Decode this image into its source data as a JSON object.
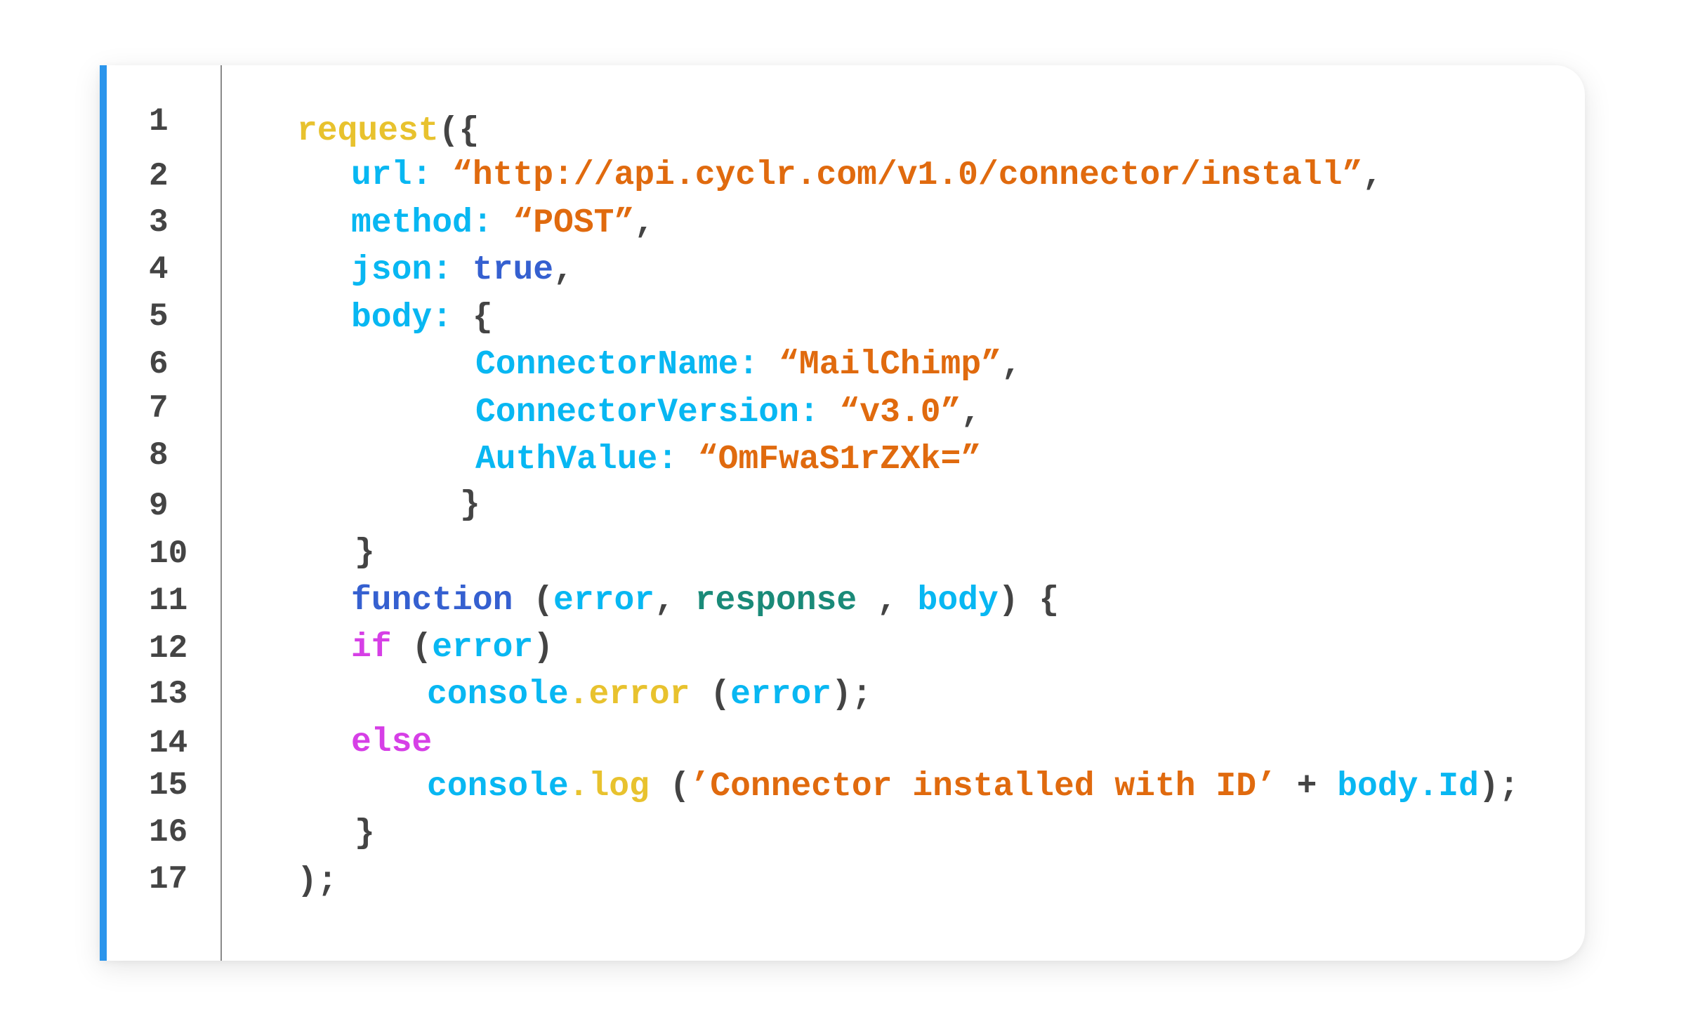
{
  "colors": {
    "accent_bar": "#2B95EC",
    "line_number": "#444444",
    "punctuation": "#444444",
    "function_call": "#E8C22E",
    "property_key": "#08B7F2",
    "string": "#E06A0E",
    "keyword_blue": "#3560D0",
    "keyword_magenta": "#D63FE6",
    "identifier_green": "#1A8A78",
    "method_yellow": "#E8C22E"
  },
  "gutter": {
    "line_numbers": [
      "1",
      "2",
      "3",
      "4",
      "5",
      "6",
      "7",
      "8",
      "9",
      "10",
      "11",
      "12",
      "13",
      "14",
      "15",
      "16",
      "17"
    ]
  },
  "code": {
    "lines": [
      {
        "tokens": [
          {
            "t": "request",
            "c": "#E8C22E"
          },
          {
            "t": "({",
            "c": "#444444"
          }
        ]
      },
      {
        "tokens": [
          {
            "t": "url: ",
            "c": "#08B7F2"
          },
          {
            "t": "“http://api.cyclr.com/v1.0/connector/install”",
            "c": "#E06A0E"
          },
          {
            "t": ",",
            "c": "#444444"
          }
        ]
      },
      {
        "tokens": [
          {
            "t": "method: ",
            "c": "#08B7F2"
          },
          {
            "t": "“POST”",
            "c": "#E06A0E"
          },
          {
            "t": ",",
            "c": "#444444"
          }
        ]
      },
      {
        "tokens": [
          {
            "t": "json: ",
            "c": "#08B7F2"
          },
          {
            "t": "true",
            "c": "#3560D0"
          },
          {
            "t": ",",
            "c": "#444444"
          }
        ]
      },
      {
        "tokens": [
          {
            "t": "body: ",
            "c": "#08B7F2"
          },
          {
            "t": "{",
            "c": "#444444"
          }
        ]
      },
      {
        "tokens": [
          {
            "t": "ConnectorName: ",
            "c": "#08B7F2"
          },
          {
            "t": "“MailChimp”",
            "c": "#E06A0E"
          },
          {
            "t": ",",
            "c": "#444444"
          }
        ]
      },
      {
        "tokens": [
          {
            "t": "ConnectorVersion: ",
            "c": "#08B7F2"
          },
          {
            "t": "“v3.0”",
            "c": "#E06A0E"
          },
          {
            "t": ",",
            "c": "#444444"
          }
        ]
      },
      {
        "tokens": [
          {
            "t": "AuthValue: ",
            "c": "#08B7F2"
          },
          {
            "t": "“OmFwaS1rZXk=”",
            "c": "#E06A0E"
          }
        ]
      },
      {
        "tokens": [
          {
            "t": "}",
            "c": "#444444"
          }
        ]
      },
      {
        "tokens": [
          {
            "t": "}",
            "c": "#444444"
          }
        ]
      },
      {
        "tokens": [
          {
            "t": "function",
            "c": "#3560D0"
          },
          {
            "t": " (",
            "c": "#444444"
          },
          {
            "t": "error",
            "c": "#08B7F2"
          },
          {
            "t": ", ",
            "c": "#444444"
          },
          {
            "t": "response",
            "c": "#1A8A78"
          },
          {
            "t": " , ",
            "c": "#444444"
          },
          {
            "t": "body",
            "c": "#08B7F2"
          },
          {
            "t": ") {",
            "c": "#444444"
          }
        ]
      },
      {
        "tokens": [
          {
            "t": "if",
            "c": "#D63FE6"
          },
          {
            "t": " (",
            "c": "#444444"
          },
          {
            "t": "error",
            "c": "#08B7F2"
          },
          {
            "t": ")",
            "c": "#444444"
          }
        ]
      },
      {
        "tokens": [
          {
            "t": "console",
            "c": "#08B7F2"
          },
          {
            "t": ".error",
            "c": "#E8C22E"
          },
          {
            "t": " (",
            "c": "#444444"
          },
          {
            "t": "error",
            "c": "#08B7F2"
          },
          {
            "t": ");",
            "c": "#444444"
          }
        ]
      },
      {
        "tokens": [
          {
            "t": "else",
            "c": "#D63FE6"
          }
        ]
      },
      {
        "tokens": [
          {
            "t": "console",
            "c": "#08B7F2"
          },
          {
            "t": ".log",
            "c": "#E8C22E"
          },
          {
            "t": " (",
            "c": "#444444"
          },
          {
            "t": "’Connector installed with ID’",
            "c": "#E06A0E"
          },
          {
            "t": " + ",
            "c": "#444444"
          },
          {
            "t": "body.Id",
            "c": "#08B7F2"
          },
          {
            "t": ");",
            "c": "#444444"
          }
        ]
      },
      {
        "tokens": [
          {
            "t": "}",
            "c": "#444444"
          }
        ]
      },
      {
        "tokens": [
          {
            "t": ");",
            "c": "#444444"
          }
        ]
      }
    ]
  }
}
